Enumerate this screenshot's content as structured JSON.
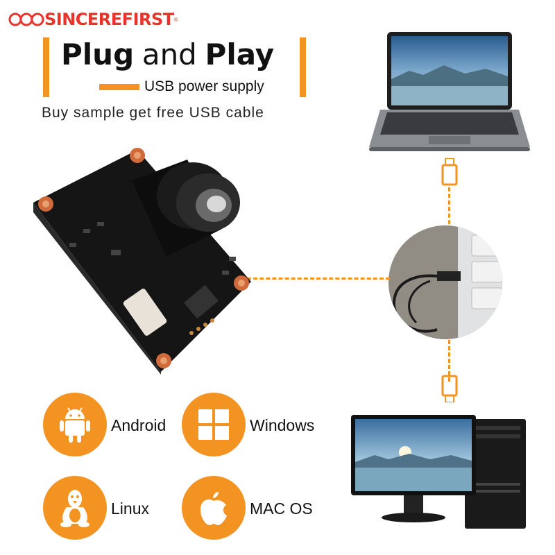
{
  "brand": {
    "name": "SINCEREFIRST",
    "mark": "®"
  },
  "headline": {
    "word1": "Plug",
    "word2": "and",
    "word3": "Play"
  },
  "subline": "USB power supply",
  "tagline": "Buy sample get free USB cable",
  "colors": {
    "accent": "#f39322",
    "brand": "#e8342b",
    "text": "#111111"
  },
  "os": [
    {
      "label": "Android",
      "icon": "android-icon"
    },
    {
      "label": "Windows",
      "icon": "windows-icon"
    },
    {
      "label": "Linux",
      "icon": "linux-icon"
    },
    {
      "label": "MAC OS",
      "icon": "apple-icon"
    }
  ],
  "devices": [
    "laptop-image",
    "camera-module-image",
    "usb-port-photo",
    "desktop-pc-image"
  ]
}
